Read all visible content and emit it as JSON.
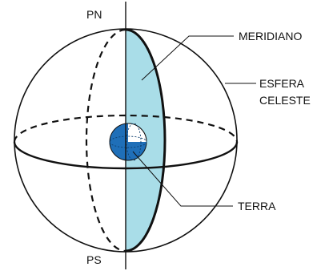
{
  "labels": {
    "north_pole": "PN",
    "south_pole": "PS",
    "meridian": "MERIDIANO",
    "celestial_sphere_line1": "ESFERA",
    "celestial_sphere_line2": "CELESTE",
    "earth": "TERRA"
  },
  "colors": {
    "meridian_fill": "#a9dde8",
    "earth_fill": "#1f6fb8",
    "earth_highlight": "#5aa6de",
    "stroke": "#111111"
  }
}
